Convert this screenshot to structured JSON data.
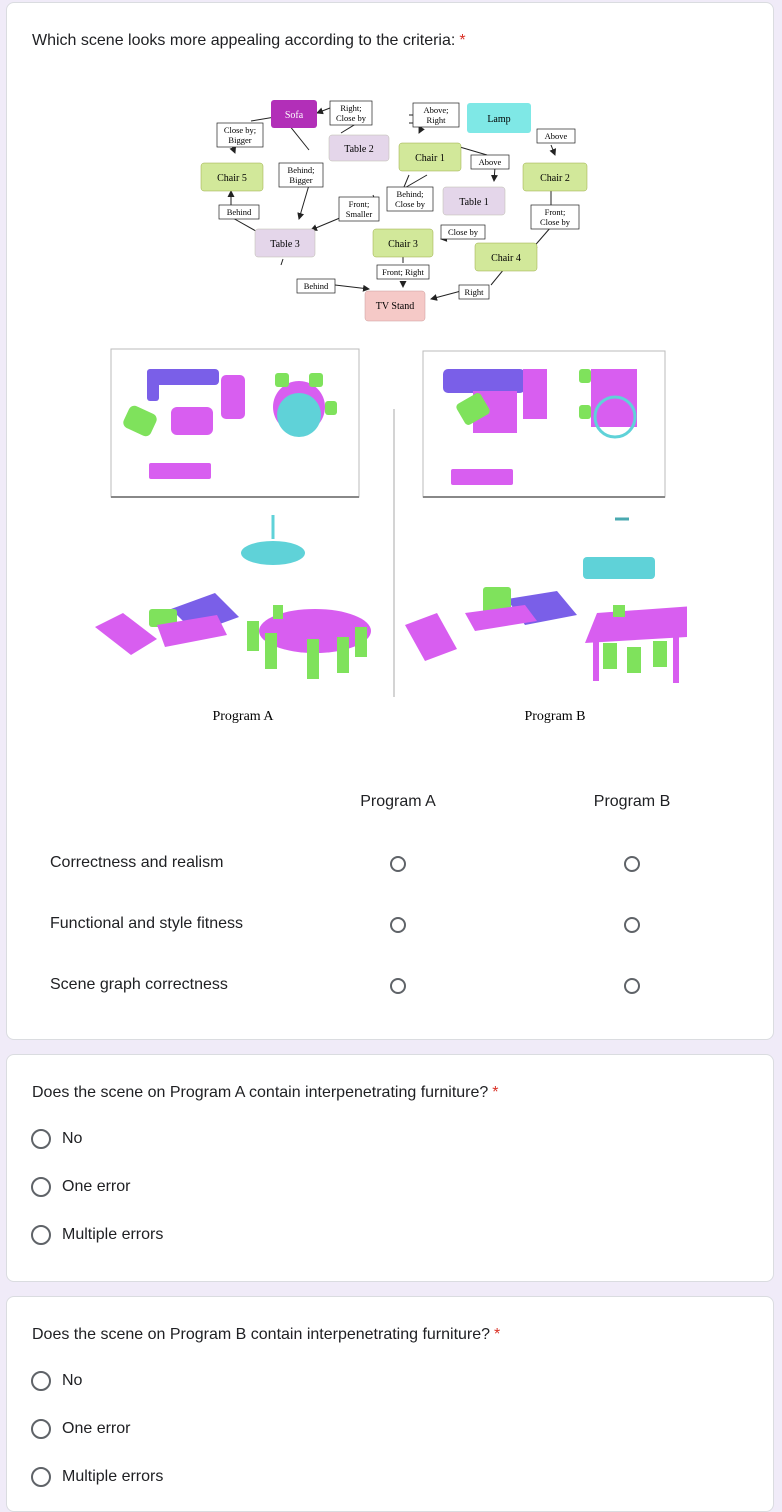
{
  "q1": {
    "title": "Which scene looks more appealing according to the criteria:",
    "required_mark": "*",
    "graph_nodes": {
      "sofa": "Sofa",
      "table2": "Table 2",
      "chair1": "Chair 1",
      "lamp": "Lamp",
      "chair5": "Chair 5",
      "table3": "Table 3",
      "chair3": "Chair 3",
      "table1": "Table 1",
      "chair2": "Chair 2",
      "chair4": "Chair 4",
      "tvstand": "TV Stand"
    },
    "graph_edges": {
      "right_close": [
        "Right;",
        "Close by"
      ],
      "above_right": [
        "Above;",
        "Right"
      ],
      "close_bigger": [
        "Close by;",
        "Bigger"
      ],
      "behind_bigger": [
        "Behind;",
        "Bigger"
      ],
      "above1": "Above",
      "above2": "Above",
      "front_smaller": [
        "Front;",
        "Smaller"
      ],
      "behind_close": [
        "Behind;",
        "Close by"
      ],
      "front_close": [
        "Front;",
        "Close by"
      ],
      "behind1": "Behind",
      "close_by": "Close by",
      "behind2": "Behind",
      "front_right": "Front; Right",
      "right": "Right"
    },
    "program_a_caption": "Program A",
    "program_b_caption": "Program B",
    "grid_headers": [
      "Program A",
      "Program B"
    ],
    "rows": [
      "Correctness and realism",
      "Functional and style fitness",
      "Scene graph correctness"
    ]
  },
  "q2": {
    "title": "Does the scene on Program A contain interpenetrating furniture?",
    "required_mark": "*",
    "options": [
      "No",
      "One error",
      "Multiple errors"
    ]
  },
  "q3": {
    "title": "Does the scene on Program B contain interpenetrating furniture?",
    "required_mark": "*",
    "options": [
      "No",
      "One error",
      "Multiple errors"
    ]
  },
  "colors": {
    "purple": "#b22fb8",
    "lilac": "#e4d6ea",
    "green": "#d2e89a",
    "cyan": "#7fe8e6",
    "pink": "#f5c9c7",
    "sofa_blue": "#7a5fe8",
    "furniture_magenta": "#d85ef0",
    "chair_green": "#7fe25c",
    "lamp_teal": "#5fd2d8"
  }
}
